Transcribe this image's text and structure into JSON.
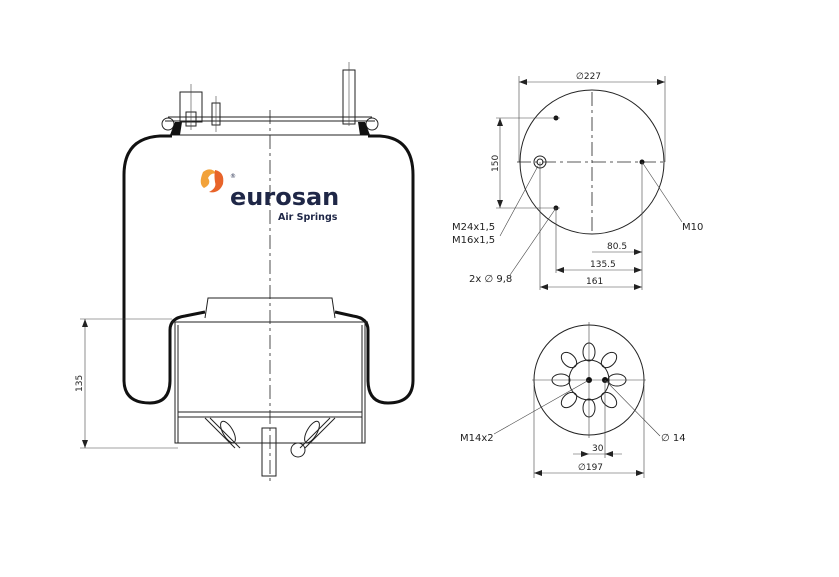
{
  "logo": {
    "brand": "eurosan",
    "tagline": "Air Springs",
    "registered": "®",
    "brand_color": "#1f2747",
    "accent_color": "#e8642a"
  },
  "side_view": {
    "height_dim": "135"
  },
  "top_view": {
    "diameter": "∅227",
    "hole_spacing": "150",
    "dim_80_5": "80.5",
    "dim_135_5": "135.5",
    "dim_161": "161",
    "thread_1": "M24x1,5",
    "thread_2": "M16x1,5",
    "holes": "2x ∅ 9,8",
    "thread_m10": "M10"
  },
  "bottom_view": {
    "diameter": "∅197",
    "offset": "30",
    "thread": "M14x2",
    "hole": "∅ 14"
  }
}
